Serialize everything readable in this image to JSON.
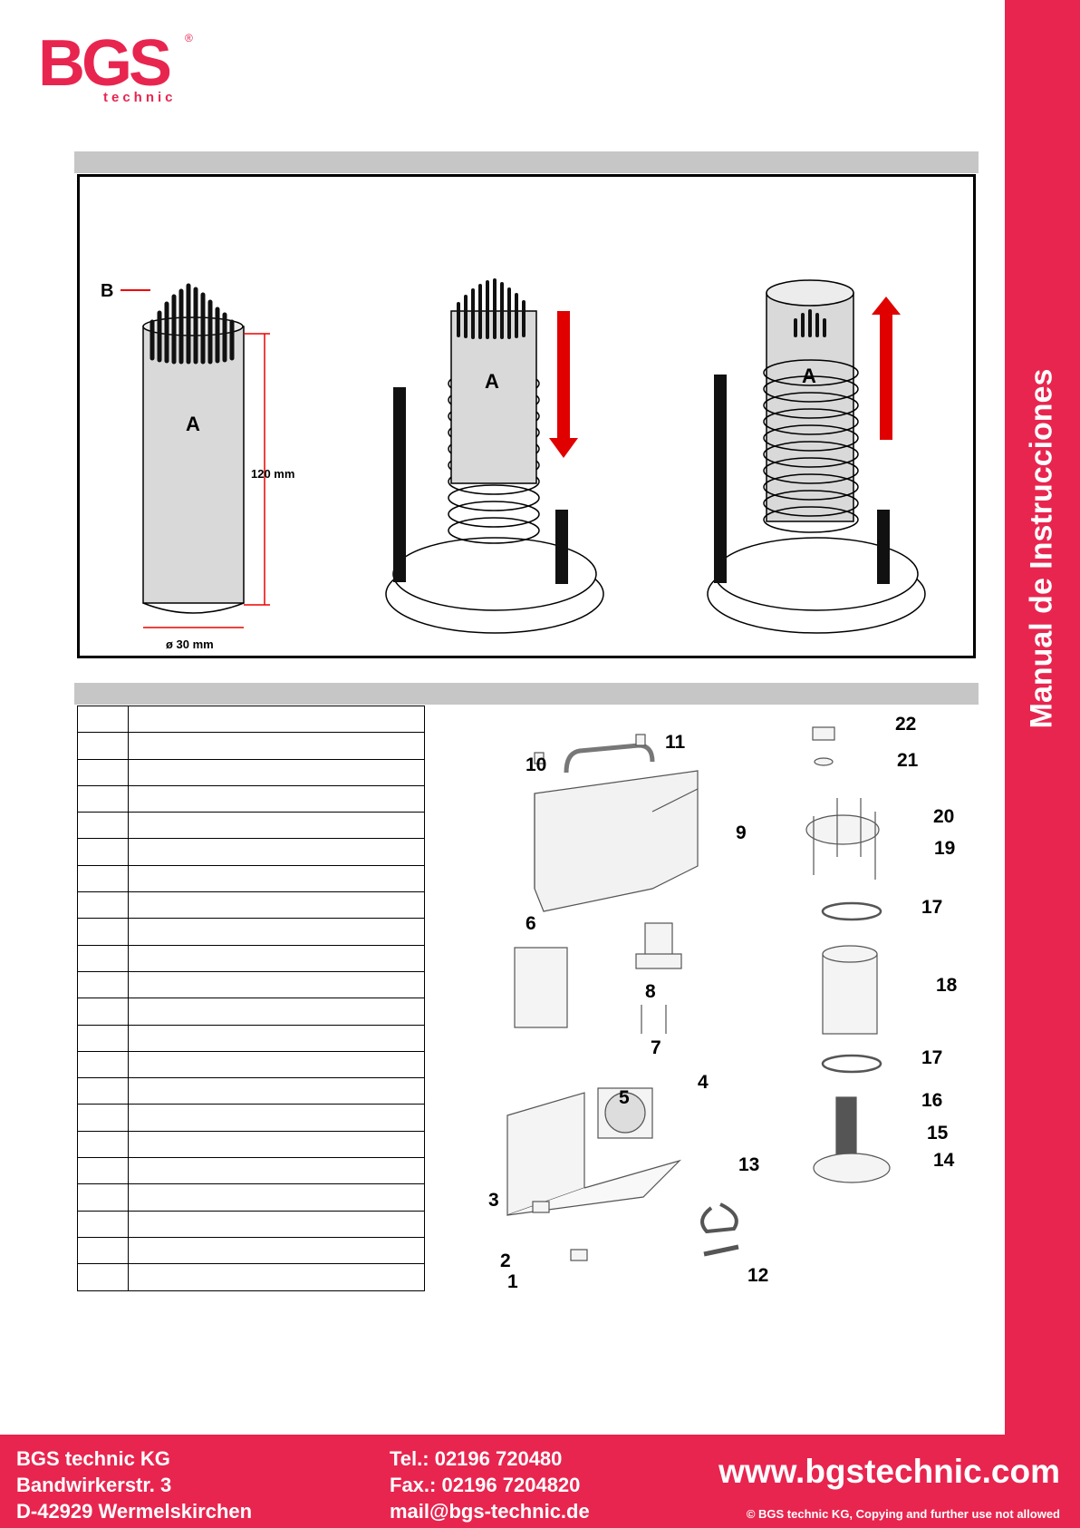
{
  "brand": {
    "logo_text": "BGS",
    "logo_sub": "technic",
    "registered": "®",
    "color": "#e8254f"
  },
  "sidebar": {
    "title": "Manual de Instrucciones"
  },
  "figure1": {
    "label_a": "A",
    "label_b": "B",
    "dim_height": "120 mm",
    "dim_diameter": "ø 30 mm"
  },
  "parts_table": {
    "rows": 22
  },
  "exploded_view": {
    "callouts": [
      "1",
      "2",
      "3",
      "4",
      "5",
      "6",
      "7",
      "8",
      "9",
      "10",
      "11",
      "12",
      "13",
      "14",
      "15",
      "16",
      "17",
      "17",
      "18",
      "19",
      "20",
      "21",
      "22"
    ]
  },
  "footer": {
    "company": "BGS technic KG",
    "street": "Bandwirkerstr. 3",
    "city": "D-42929 Wermelskirchen",
    "tel": "Tel.: 02196 720480",
    "fax": "Fax.: 02196 7204820",
    "mail": "mail@bgs-technic.de",
    "website": "www.bgstechnic.com",
    "copyright": "© BGS technic KG, Copying and further use not allowed"
  }
}
